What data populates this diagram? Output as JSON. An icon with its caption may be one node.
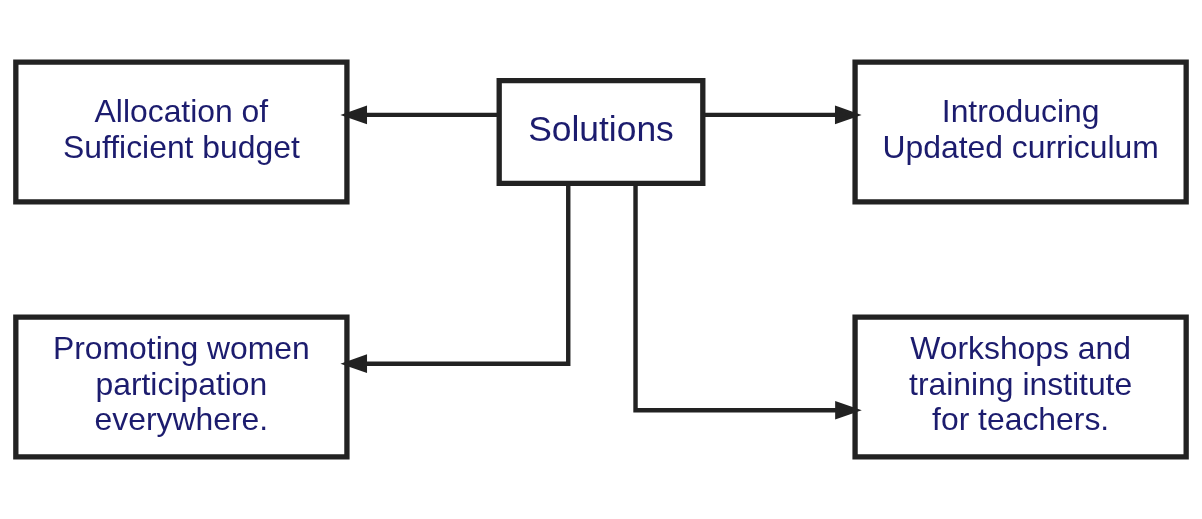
{
  "diagram": {
    "nodes": [
      {
        "text": [
          "Allocation of Sufficient budget"
        ]
      },
      {
        "text": [
          "Introducing Updated curriculum"
        ]
      },
      {
        "text": [
          "Solutions"
        ]
      },
      {
        "text": [
          "Promoting women participation everywhere."
        ]
      },
      {
        "text": [
          "Workshops and training institute for teachers."
        ]
      }
    ],
    "edges": [
      {
        "from": 2,
        "to": 0,
        "arrow": "to"
      },
      {
        "from": 2,
        "to": 1,
        "arrow": "to"
      },
      {
        "from": 2,
        "to": 3,
        "arrow": "to"
      },
      {
        "from": 2,
        "to": 4,
        "arrow": "to"
      }
    ]
  }
}
